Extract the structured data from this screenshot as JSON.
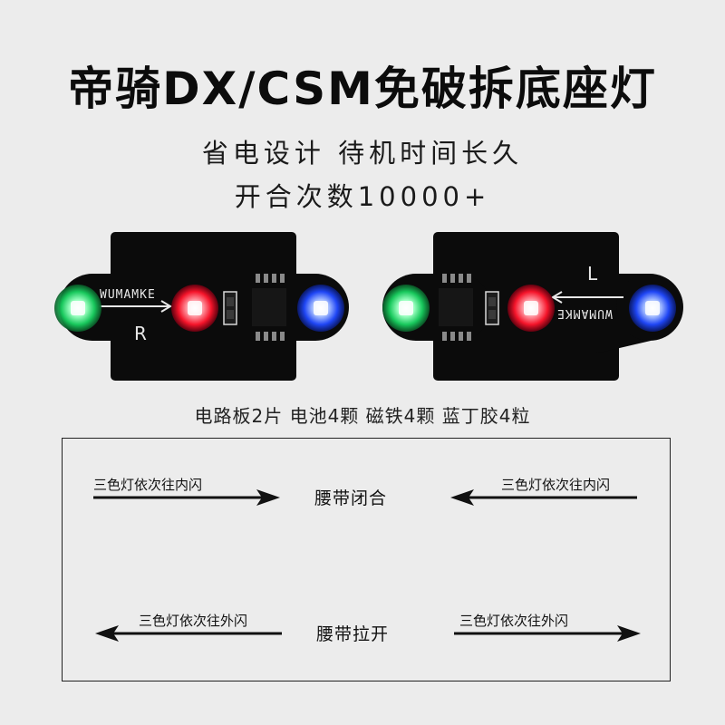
{
  "title": "帝骑DX/CSM免破拆底座灯",
  "subtitle_line1": "省电设计 待机时间长久",
  "subtitle_line2": "开合次数10000+",
  "boards": {
    "right": {
      "brand": "WUMAMKE",
      "side_letter": "R"
    },
    "left": {
      "brand": "WUMAMKE",
      "side_letter": "L"
    }
  },
  "parts_list": "电路板2片 电池4颗 磁铁4颗 蓝丁胶4粒",
  "diagram": {
    "closed": {
      "state": "腰带闭合",
      "left_arrow_label": "三色灯依次往内闪",
      "right_arrow_label": "三色灯依次往内闪"
    },
    "open": {
      "state": "腰带拉开",
      "left_arrow_label": "三色灯依次往外闪",
      "right_arrow_label": "三色灯依次往外闪"
    }
  },
  "colors": {
    "pcb": "#0b0b0b",
    "led_green": "#22d46a",
    "led_red": "#ff2a3a",
    "led_blue": "#2a55ff",
    "background": "#ececec"
  }
}
